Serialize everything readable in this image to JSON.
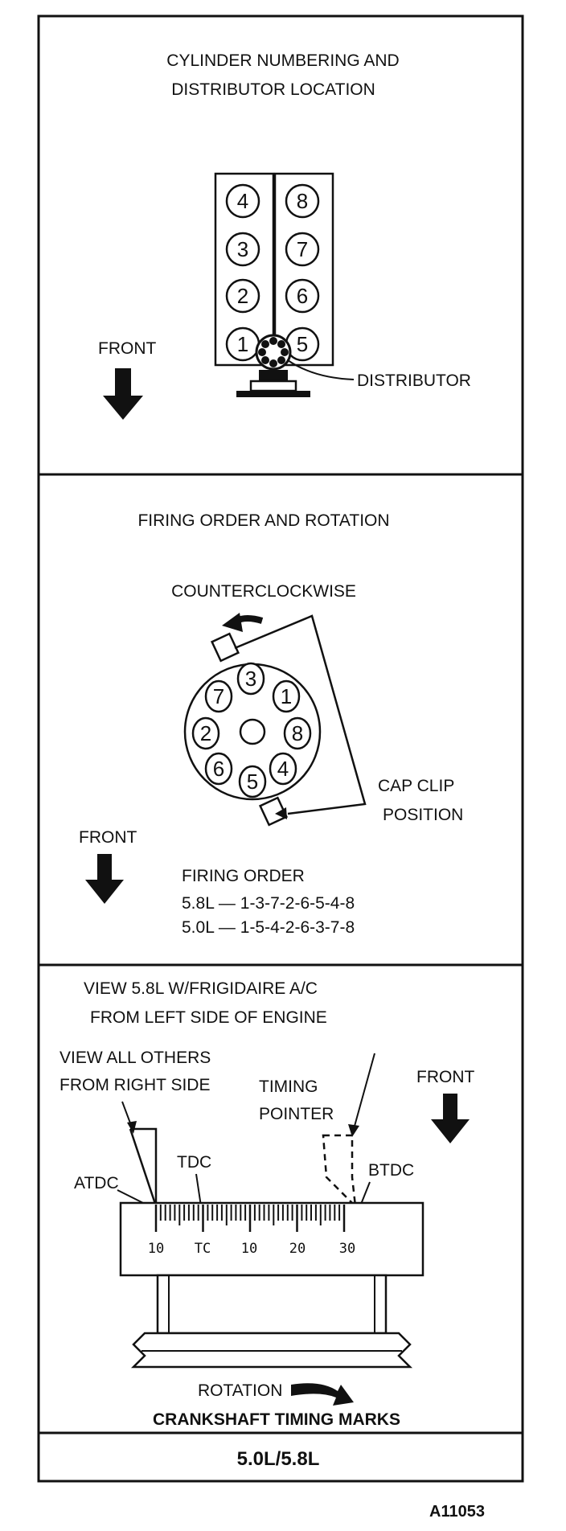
{
  "panel1": {
    "title_line1": "CYLINDER NUMBERING AND",
    "title_line2": "DISTRIBUTOR LOCATION",
    "front_label": "FRONT",
    "distributor_label": "DISTRIBUTOR",
    "left_bank": [
      "4",
      "3",
      "2",
      "1"
    ],
    "right_bank": [
      "8",
      "7",
      "6",
      "5"
    ]
  },
  "panel2": {
    "title": "FIRING ORDER AND ROTATION",
    "rotation_label": "COUNTERCLOCKWISE",
    "cap_clip_line1": "CAP CLIP",
    "cap_clip_line2": "POSITION",
    "front_label": "FRONT",
    "cap_terminals": {
      "top": "3",
      "upper_right": "1",
      "right": "8",
      "lower_right": "4",
      "bottom": "5",
      "lower_left": "6",
      "left": "2",
      "upper_left": "7"
    },
    "firing_order_label": "FIRING ORDER",
    "firing_order_58": "5.8L — 1-3-7-2-6-5-4-8",
    "firing_order_50": "5.0L — 1-5-4-2-6-3-7-8"
  },
  "panel3": {
    "view_line1": "VIEW 5.8L W/FRIGIDAIRE A/C",
    "view_line2": "FROM LEFT SIDE OF ENGINE",
    "others_line1": "VIEW ALL OTHERS",
    "others_line2": "FROM RIGHT SIDE",
    "pointer_line1": "TIMING",
    "pointer_line2": "POINTER",
    "front_label": "FRONT",
    "atdc_label": "ATDC",
    "tdc_label": "TDC",
    "btdc_label": "BTDC",
    "scale_labels": [
      "10",
      "TC",
      "10",
      "20",
      "30"
    ],
    "rotation_label": "ROTATION",
    "caption": "CRANKSHAFT TIMING MARKS"
  },
  "footer": {
    "engine_label": "5.0L/5.8L",
    "figure_id": "A11053"
  }
}
